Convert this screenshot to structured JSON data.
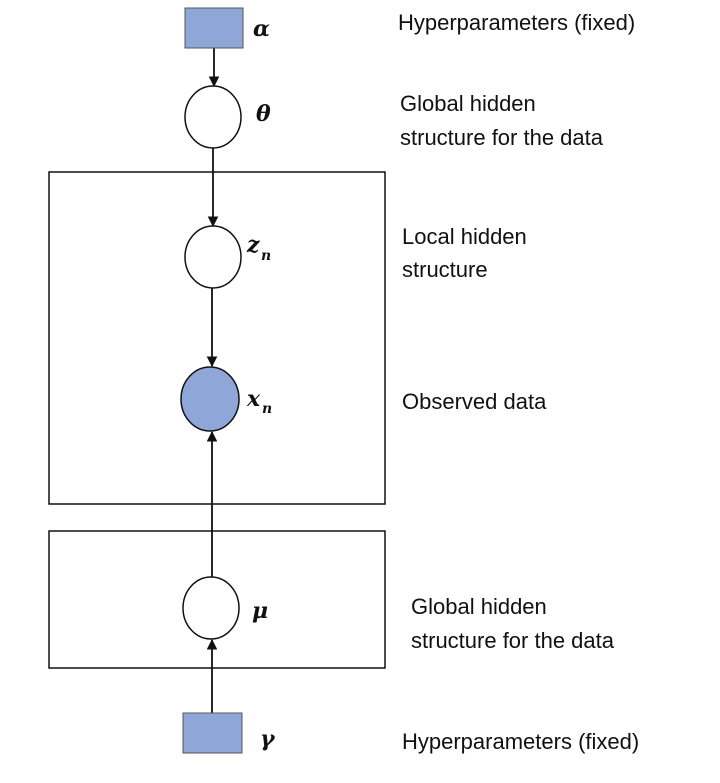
{
  "colors": {
    "observed_fill": "#8ea6d8",
    "hyper_fill": "#8ea6d8",
    "stroke": "#111111"
  },
  "nodes": {
    "alpha": {
      "symbol": "α"
    },
    "theta": {
      "symbol": "θ"
    },
    "z": {
      "symbol": "z",
      "subscript": "n"
    },
    "x": {
      "symbol": "x",
      "subscript": "n"
    },
    "mu": {
      "symbol": "μ"
    },
    "gamma": {
      "symbol": "γ"
    }
  },
  "descriptions": {
    "alpha": "Hyperparameters (fixed)",
    "theta_line1": "Global hidden",
    "theta_line2": "structure for the data",
    "z_line1": "Local hidden",
    "z_line2": "structure",
    "x": "Observed data",
    "mu_line1": "Global hidden",
    "mu_line2": "structure for the data",
    "gamma": "Hyperparameters (fixed)"
  }
}
